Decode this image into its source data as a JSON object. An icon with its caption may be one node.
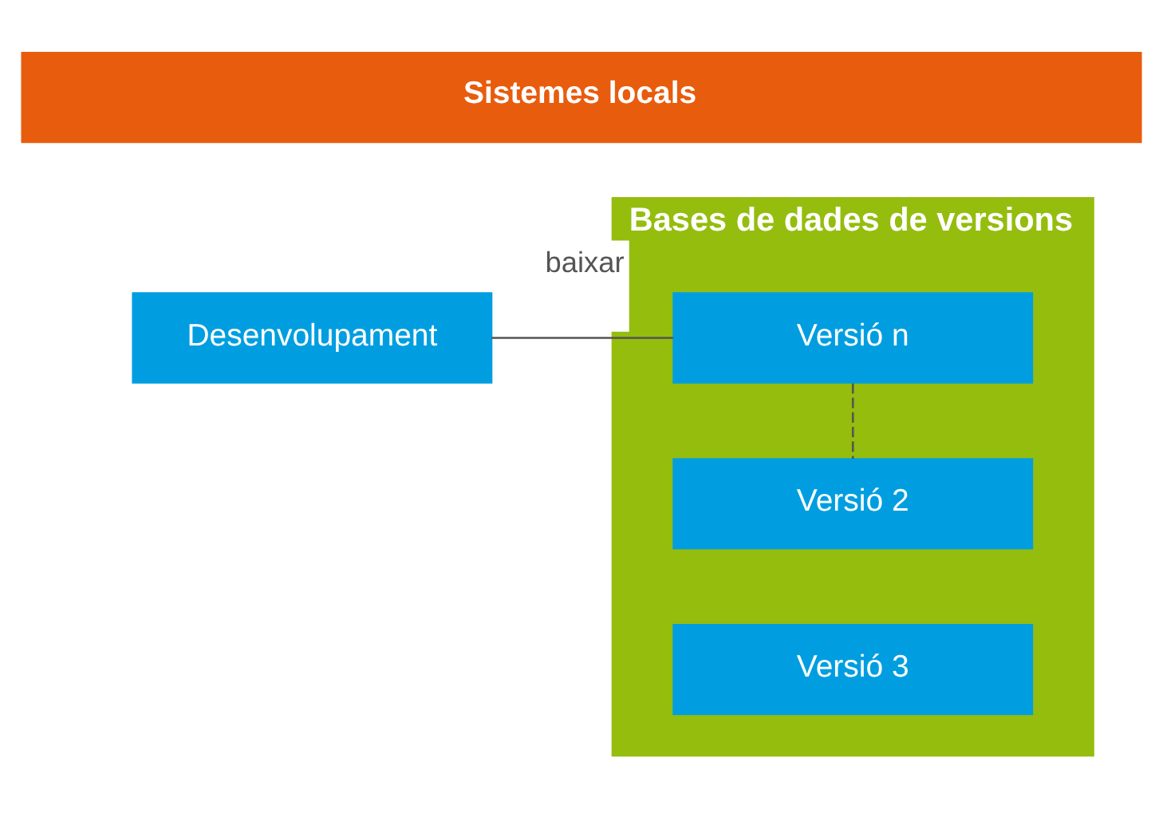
{
  "diagram": {
    "nodes": [
      {
        "text": [
          "Sistemes locals"
        ]
      },
      {
        "text": [
          "Desenvolupament"
        ]
      },
      {
        "text": [
          "Bases de dades de versions"
        ]
      },
      {
        "text": [
          "Versió n"
        ],
        "in": 2
      },
      {
        "text": [
          "Versió 2"
        ],
        "in": 2
      },
      {
        "text": [
          "Versió 3"
        ],
        "in": 2
      }
    ],
    "edges": [
      {
        "from": 1,
        "to": 3,
        "arrow": "none",
        "label": "baixar"
      },
      {
        "from": 3,
        "to": 4,
        "arrow": "none",
        "style": "dashed"
      }
    ]
  }
}
